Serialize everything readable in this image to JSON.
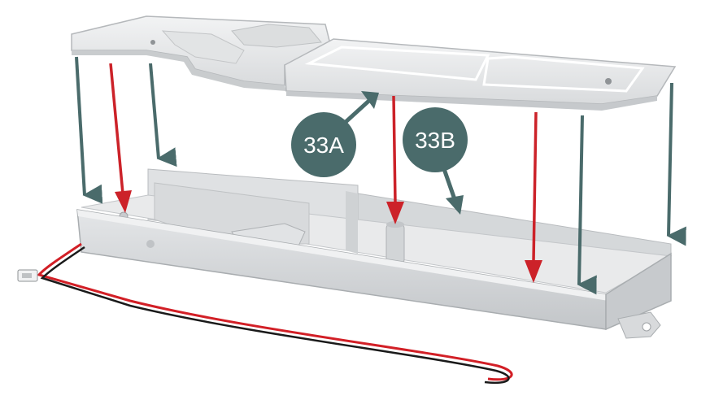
{
  "callouts": {
    "a": {
      "label": "33A"
    },
    "b": {
      "label": "33B"
    }
  },
  "colors": {
    "background": "#ffffff",
    "callout_fill": "#4a6b6b",
    "arrow_teal": "#4a6b6b",
    "arrow_red": "#cc2229",
    "plastic_light": "#e9eaeb",
    "plastic_mid": "#d4d6d8",
    "plastic_dark": "#b9bcbf",
    "wire_red": "#d21f26",
    "wire_black": "#1a1a1a"
  },
  "icons": {
    "lid": "battery-cover-part",
    "base": "battery-box-part",
    "cable": "two-wire-cable-with-connector"
  }
}
